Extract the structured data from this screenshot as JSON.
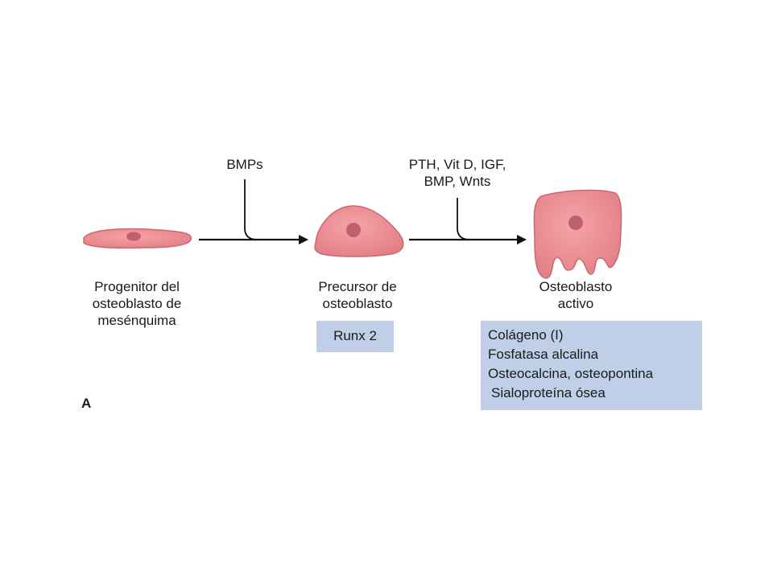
{
  "signals": {
    "first": {
      "lines": [
        "BMPs"
      ]
    },
    "second": {
      "lines": [
        "PTH, Vit D, IGF,",
        "BMP, Wnts"
      ]
    }
  },
  "stages": [
    {
      "lines": [
        "Progenitor del",
        "osteoblasto de",
        "mesénquima"
      ]
    },
    {
      "lines": [
        "Precursor de",
        "osteoblasto"
      ]
    },
    {
      "lines": [
        "Osteoblasto",
        "activo"
      ]
    }
  ],
  "markers": {
    "precursor": {
      "lines": [
        "Runx 2"
      ]
    },
    "active": {
      "lines": [
        "Colágeno (I)",
        "Fosfatasa alcalina",
        "Osteocalcina, osteopontina",
        "Sialoproteína ósea"
      ]
    }
  },
  "panel_letter": "A",
  "colors": {
    "cell_fill": "#ec8c92",
    "cell_stroke": "#c96a72",
    "nucleus": "#c25f6e",
    "marker_box": "#bfcfe8",
    "arrow": "#111111"
  }
}
